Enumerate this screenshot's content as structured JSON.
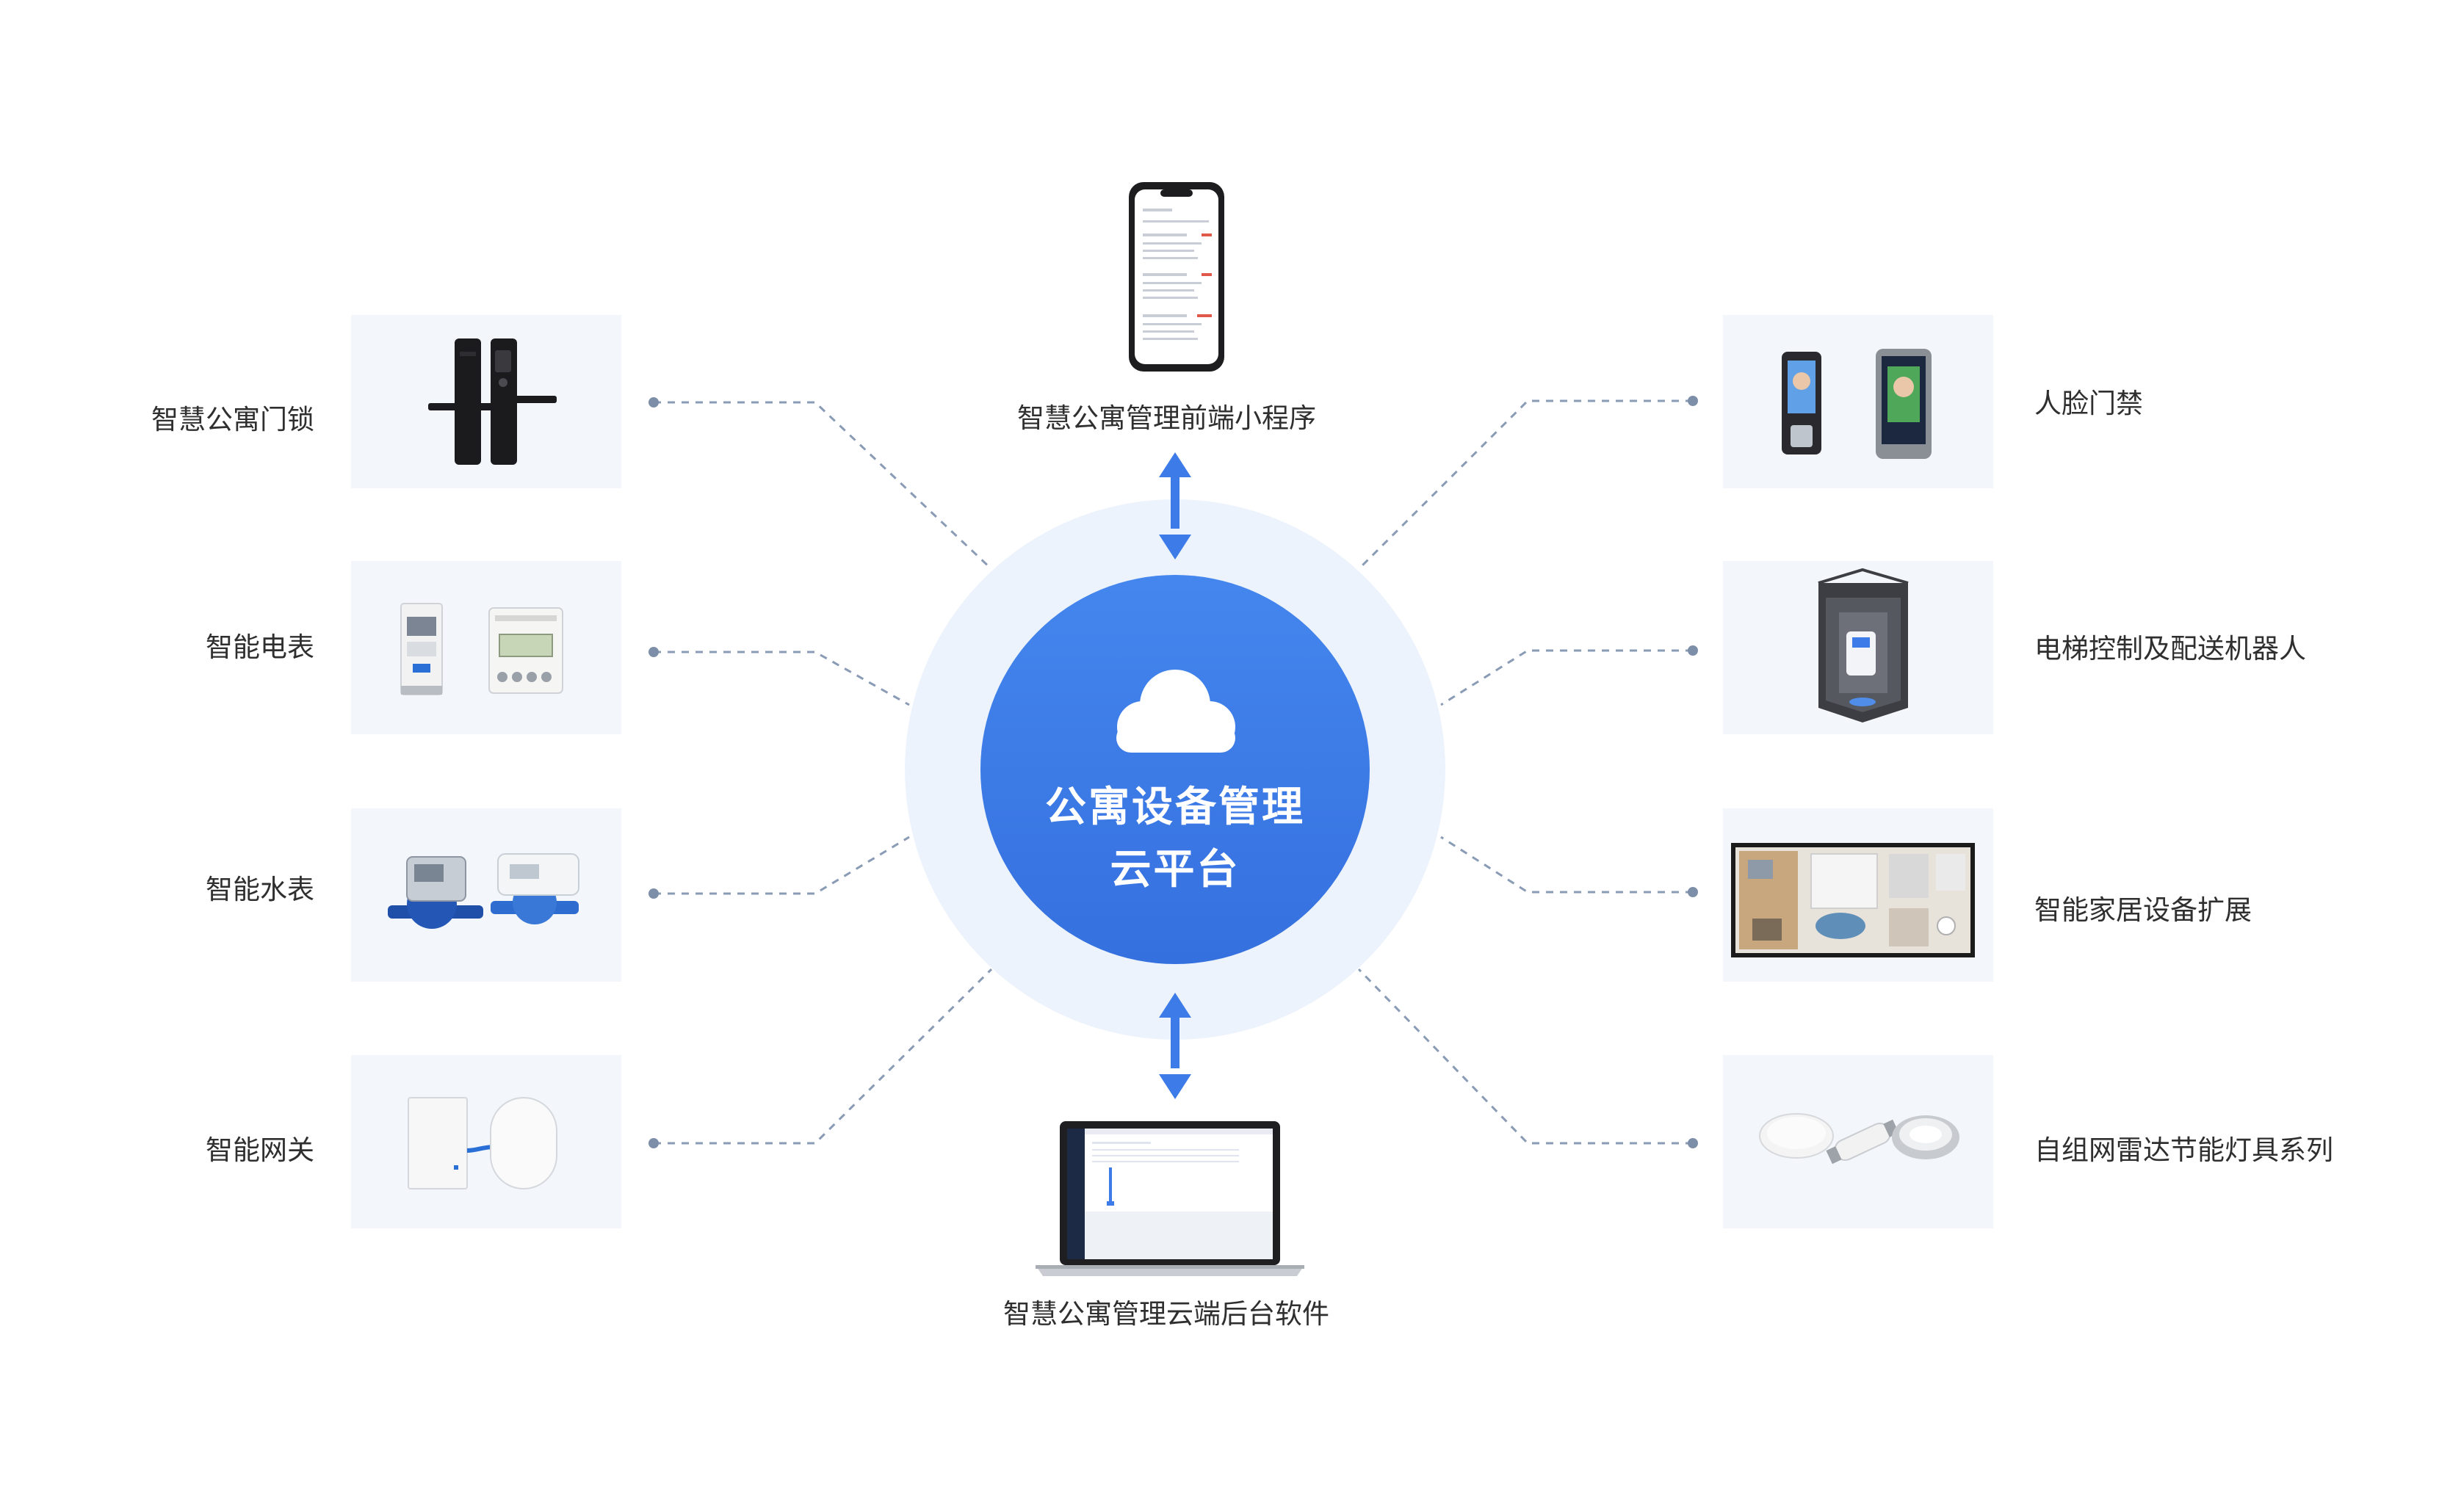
{
  "hub": {
    "line1": "公寓设备管理",
    "line2": "云平台",
    "icon": "cloud-icon"
  },
  "top": {
    "label": "智慧公寓管理前端小程序",
    "icon": "smartphone-icon"
  },
  "bottom": {
    "label": "智慧公寓管理云端后台软件",
    "icon": "laptop-icon"
  },
  "left_devices": [
    {
      "label": "智慧公寓门锁",
      "icon": "door-lock-icon"
    },
    {
      "label": "智能电表",
      "icon": "electric-meter-icon"
    },
    {
      "label": "智能水表",
      "icon": "water-meter-icon"
    },
    {
      "label": "智能网关",
      "icon": "gateway-icon"
    }
  ],
  "right_devices": [
    {
      "label": "人脸门禁",
      "icon": "face-access-icon"
    },
    {
      "label": "电梯控制及配送机器人",
      "icon": "elevator-icon"
    },
    {
      "label": "智能家居设备扩展",
      "icon": "floor-plan-icon"
    },
    {
      "label": "自组网雷达节能灯具系列",
      "icon": "lighting-icon"
    }
  ],
  "colors": {
    "hub": "#3d7be8",
    "halo": "#edf3fd",
    "card": "#f3f7fc",
    "arrow": "#3d7be8",
    "connector": "#8a9bb5"
  }
}
